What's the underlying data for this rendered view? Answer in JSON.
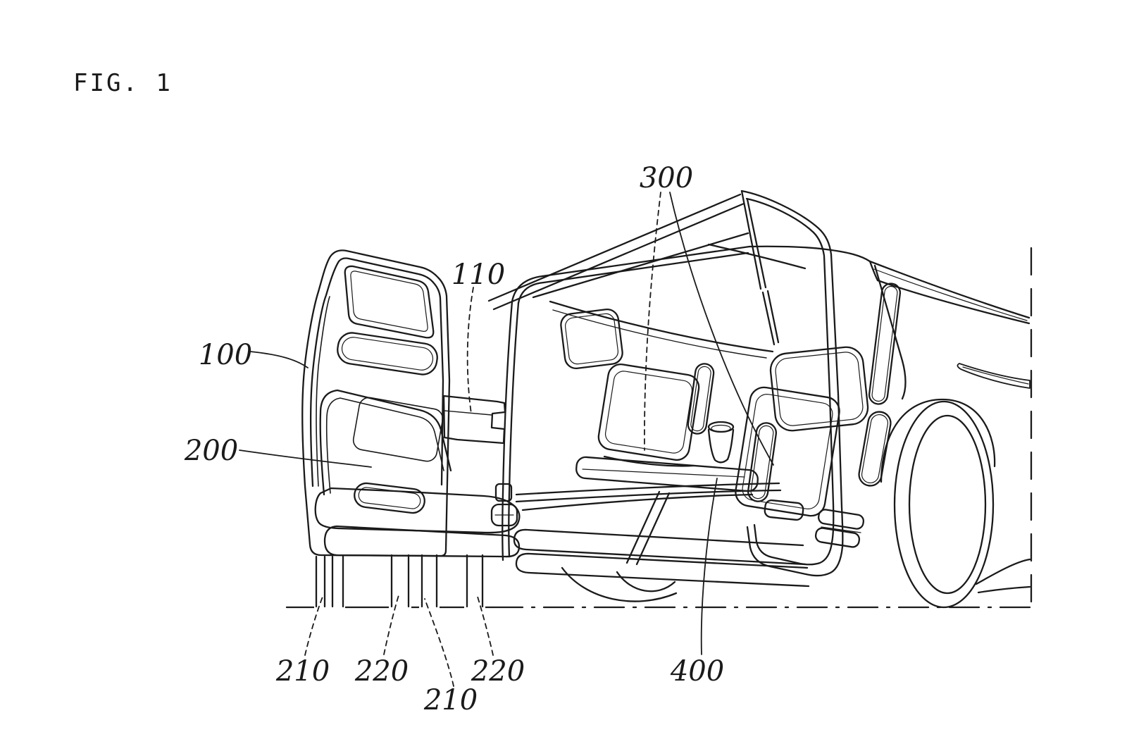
{
  "figure": {
    "caption": "FIG. 1"
  },
  "labels": {
    "door_panel": "100",
    "connector": "110",
    "seat": "200",
    "front_outer_leg": "210",
    "front_inner_leg": "220",
    "center_leg": "210",
    "rear_inner_leg": "220",
    "interior_seats": "300",
    "table_console": "400"
  },
  "style": {
    "line_color": "#1a1a1a",
    "background": "#ffffff"
  }
}
